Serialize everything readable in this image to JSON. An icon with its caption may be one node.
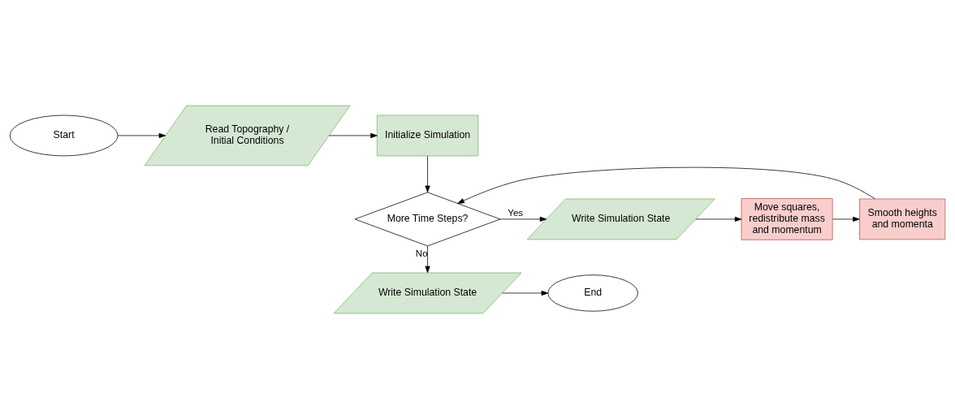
{
  "diagram": {
    "nodes": [
      {
        "text": [
          "Start"
        ]
      },
      {
        "text": [
          "Read Topography / Initial Conditions"
        ]
      },
      {
        "text": [
          "Initialize Simulation"
        ]
      },
      {
        "text": [
          "More Time Steps?"
        ]
      },
      {
        "text": [
          "Write Simulation State"
        ]
      },
      {
        "text": [
          "Move squares, redistribute mass and momentum"
        ]
      },
      {
        "text": [
          "Smooth heights and momenta"
        ]
      },
      {
        "text": [
          "Write Simulation State"
        ]
      },
      {
        "text": [
          "End"
        ]
      }
    ],
    "edges": [
      {
        "from": 0,
        "to": 1,
        "arrow": "to"
      },
      {
        "from": 1,
        "to": 2,
        "arrow": "to"
      },
      {
        "from": 2,
        "to": 3,
        "arrow": "to"
      },
      {
        "from": 3,
        "to": 4,
        "arrow": "to",
        "label": "Yes"
      },
      {
        "from": 4,
        "to": 5,
        "arrow": "to"
      },
      {
        "from": 5,
        "to": 6,
        "arrow": "to"
      },
      {
        "from": 6,
        "to": 3,
        "arrow": "to"
      },
      {
        "from": 3,
        "to": 7,
        "arrow": "to",
        "label": "No"
      },
      {
        "from": 7,
        "to": 8,
        "arrow": "to"
      }
    ]
  }
}
